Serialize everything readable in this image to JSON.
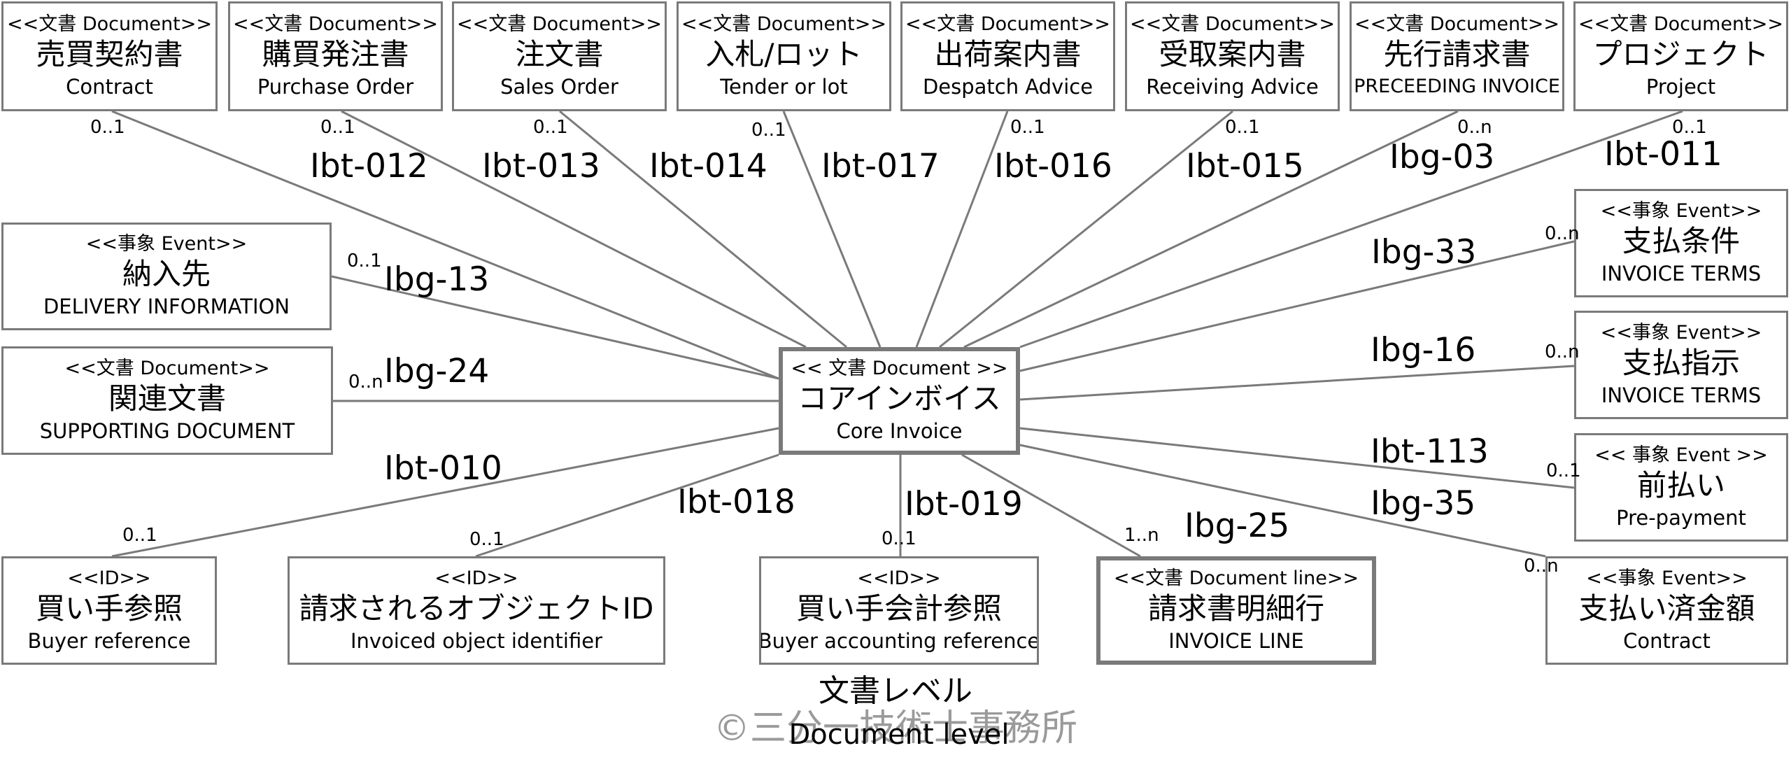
{
  "colors": {
    "line": "#7a7a7a",
    "border": "#7a7a7a",
    "text": "#000000",
    "watermark": "#9a9a9a"
  },
  "core": {
    "stereotype": "<< 文書 Document >>",
    "jp": "コアインボイス",
    "en": "Core Invoice"
  },
  "entities": {
    "contract": {
      "stereotype": "<<文書 Document>>",
      "jp": "売買契約書",
      "en": "Contract",
      "label": "Ibt-012",
      "mult": "0..1"
    },
    "purchase": {
      "stereotype": "<<文書 Document>>",
      "jp": "購買発注書",
      "en": "Purchase Order",
      "label": "Ibt-013",
      "mult": "0..1"
    },
    "sales": {
      "stereotype": "<<文書 Document>>",
      "jp": "注文書",
      "en": "Sales Order",
      "label": "Ibt-014",
      "mult": "0..1"
    },
    "tender": {
      "stereotype": "<<文書 Document>>",
      "jp": "入札/ロット",
      "en": "Tender or lot",
      "label": "Ibt-017",
      "mult": "0..1"
    },
    "despatch": {
      "stereotype": "<<文書 Document>>",
      "jp": "出荷案内書",
      "en": "Despatch Advice",
      "label": "Ibt-016",
      "mult": "0..1"
    },
    "receiving": {
      "stereotype": "<<文書 Document>>",
      "jp": "受取案内書",
      "en": "Receiving Advice",
      "label": "Ibt-015",
      "mult": "0..1"
    },
    "preceding": {
      "stereotype": "<<文書 Document>>",
      "jp": "先行請求書",
      "en": "PRECEEDING INVOICE",
      "label": "Ibg-03",
      "mult": "0..n"
    },
    "project": {
      "stereotype": "<<文書 Document>>",
      "jp": "プロジェクト",
      "en": "Project",
      "label": "Ibt-011",
      "mult": "0..1"
    },
    "delivery": {
      "stereotype": "<<事象 Event>>",
      "jp": "納入先",
      "en": "DELIVERY INFORMATION",
      "label": "Ibg-13",
      "mult": "0..1"
    },
    "supporting": {
      "stereotype": "<<文書 Document>>",
      "jp": "関連文書",
      "en": "SUPPORTING DOCUMENT",
      "label": "Ibg-24",
      "mult": "0..n"
    },
    "terms": {
      "stereotype": "<<事象 Event>>",
      "jp": "支払条件",
      "en": "INVOICE TERMS",
      "label": "Ibg-33",
      "mult": "0..n"
    },
    "instructions": {
      "stereotype": "<<事象 Event>>",
      "jp": "支払指示",
      "en": "INVOICE TERMS",
      "label": "Ibg-16",
      "mult": "0..n"
    },
    "prepayment": {
      "stereotype": "<< 事象 Event >>",
      "jp": "前払い",
      "en": "Pre-payment",
      "label": "Ibt-113",
      "mult": "0..1"
    },
    "paid": {
      "stereotype": "<<事象 Event>>",
      "jp": "支払い済金額",
      "en": "Contract",
      "label": "Ibg-35",
      "mult": "0..n"
    },
    "buyer_ref": {
      "stereotype": "<<ID>>",
      "jp": "買い手参照",
      "en": "Buyer reference",
      "label": "Ibt-010",
      "mult": "0..1"
    },
    "invoiced_obj": {
      "stereotype": "<<ID>>",
      "jp": "請求されるオブジェクトID",
      "en": "Invoiced object identifier",
      "label": "Ibt-018",
      "mult": "0..1"
    },
    "buyer_acct": {
      "stereotype": "<<ID>>",
      "jp": "買い手会計参照",
      "en": "Buyer accounting reference",
      "label": "Ibt-019",
      "mult": "0..1"
    },
    "invoice_line": {
      "stereotype": "<<文書 Document line>>",
      "jp": "請求書明細行",
      "en": "INVOICE LINE",
      "label": "Ibg-25",
      "mult": "1..n"
    }
  },
  "footer": {
    "jp": "文書レベル",
    "en": "Document level",
    "copyright": "©三分一技術士事務所"
  }
}
